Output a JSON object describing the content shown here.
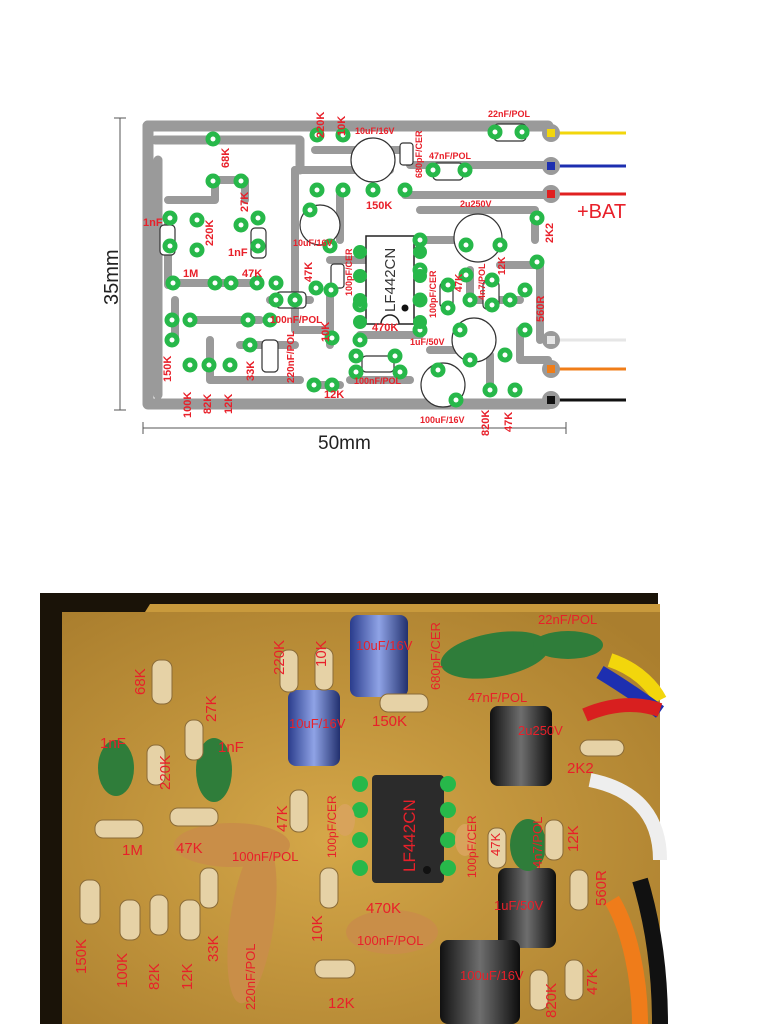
{
  "layout": {
    "board_width_label": "50mm",
    "board_height_label": "35mm",
    "ic_label": "LF442CN",
    "battery_label": "+BAT",
    "wire_colors": [
      "#f2d60c",
      "#1d2fb0",
      "#e02020",
      "#e6e6e6",
      "#f07d18",
      "#111111"
    ]
  },
  "layout_labels": {
    "r68k": "68K",
    "r27k": "27K",
    "c1nf_a": "1nF",
    "r220k_a": "220K",
    "c1nf_b": "1nF",
    "r1m": "1M",
    "r47k_a": "47K",
    "c100nf_a": "100nF/POL",
    "r150k_a": "150K",
    "r33k": "33K",
    "c220nf": "220nF/POL",
    "r100k": "100K",
    "r82k": "82K",
    "r12k_a": "12K",
    "r220k_b": "220K",
    "r10k_a": "10K",
    "c10uf_a": "10uF/16V",
    "c680p": "680pF/CER",
    "c10uf_b": "10uF/16V",
    "r150k_b": "150K",
    "r47k_b": "47K",
    "c100p_a": "100pF/CER",
    "r10k_b": "10K",
    "r470k": "470K",
    "c100nf_b": "100nF/POL",
    "r12k_b": "12K",
    "c22nf": "22nF/POL",
    "c47nf": "47nF/POL",
    "c2u250": "2u250V",
    "r2k2": "2K2",
    "r47k_c": "47K",
    "c100p_b": "100pF/CER",
    "c4n7": "4n7/POL",
    "r12k_c": "12K",
    "r560": "560R",
    "c1uf": "1uF/50V",
    "c100uf": "100uF/16V",
    "r820k": "820K",
    "r47k_d": "47K"
  },
  "photo_labels": {
    "c22nf": "22nF/POL",
    "r220k_b": "220K",
    "r10k_a": "10K",
    "c10uf_a": "10uF/16V",
    "c680p": "680pF/CER",
    "r68k": "68K",
    "r27k": "27K",
    "c47nf": "47nF/POL",
    "c10uf_b": "10uF/16V",
    "r150k_b": "150K",
    "c2u250": "2u250V",
    "c1nf_a": "1nF",
    "c1nf_b": "1nF",
    "r220k_a": "220K",
    "r2k2": "2K2",
    "r47k_b": "47K",
    "c100p_a": "100pF/CER",
    "c100p_b": "100pF/CER",
    "r47k_c": "47K",
    "c4n7": "4n7/POL",
    "r12k_c": "12K",
    "r1m": "1M",
    "r47k_a": "47K",
    "c100nf_a": "100nF/POL",
    "r560": "560R",
    "ic": "LF442CN",
    "r470k": "470K",
    "c1uf": "1uF/50V",
    "r150k_a": "150K",
    "r100k": "100K",
    "r82k": "82K",
    "r12k_a": "12K",
    "r33k": "33K",
    "c220nf": "220nF/POL",
    "r10k_b": "10K",
    "c100nf_b": "100nF/POL",
    "c100uf": "100uF/16V",
    "r12k_b": "12K",
    "r820k": "820K",
    "r47k_d": "47K"
  }
}
